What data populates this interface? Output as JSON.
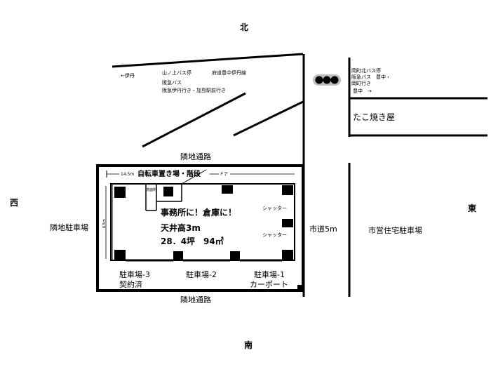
{
  "compass": {
    "north": "北",
    "south": "南",
    "west": "西",
    "east": "東"
  },
  "bus_left": {
    "arrow_text": "←伊丹",
    "stop_name": "山ノ上バス停",
    "line1": "阪急バス",
    "line2": "阪急伊丹行き・加島駅前行き",
    "route_label": "府道豊中伊丹線"
  },
  "bus_right": {
    "stop_name": "岡町北バス停",
    "line1": "阪急バス　豊中・",
    "line2": "岡町行き",
    "arrow_text": "豊中　→"
  },
  "takoyaki": "たこ焼き屋",
  "adjacent_road_top": "隣地通路",
  "adjacent_road_bottom": "隣地通路",
  "adjacent_parking_west": "隣地駐車場",
  "city_road": "市道5m",
  "municipal_parking": "市営住宅駐車場",
  "building": {
    "width_label": "14.5m",
    "depth_label": "6.5m",
    "bike_area": "自転車置き場・階段",
    "door": "ドア",
    "toilet": "洗面所",
    "headline": "事務所に！倉庫に！",
    "ceiling": "天井高3m",
    "area": "28．4坪　94㎡",
    "shutter1": "シャッター",
    "shutter2": "シャッター",
    "parking3": "駐車場-3",
    "parking3_note": "契約済",
    "parking2": "駐車場-2",
    "parking1": "駐車場-1",
    "parking1_note": "カーポート"
  }
}
